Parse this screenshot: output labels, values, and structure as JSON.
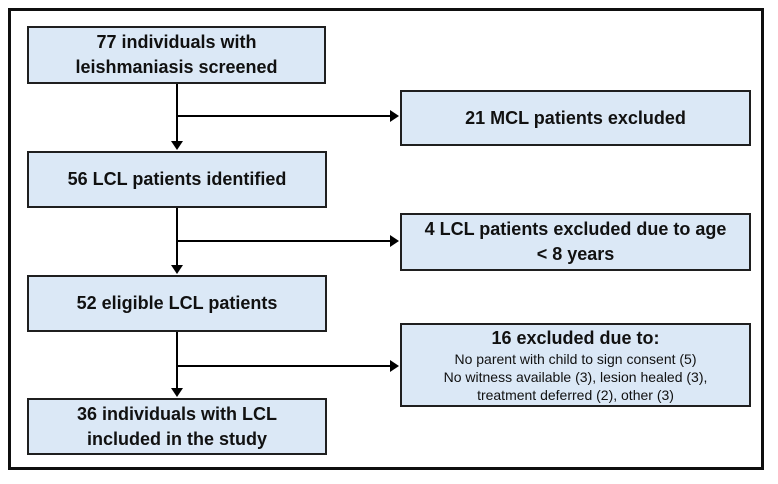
{
  "flow": {
    "diagram_type": "flowchart",
    "colors": {
      "box_fill": "#dbe8f6",
      "box_border": "#1f1f1f",
      "frame_border": "#0f0f0f",
      "arrow": "#000000",
      "text": "#111111",
      "background": "#ffffff"
    },
    "boxes": [
      {
        "id": "screened",
        "lines": [
          "77 individuals with",
          "leishmaniasis screened"
        ]
      },
      {
        "id": "mcl-excluded",
        "lines": [
          "21 MCL patients excluded"
        ]
      },
      {
        "id": "lcl-identified",
        "lines": [
          "56 LCL patients identified"
        ]
      },
      {
        "id": "age-excluded",
        "lines": [
          "4 LCL patients excluded due to age",
          "< 8 years"
        ]
      },
      {
        "id": "eligible",
        "lines": [
          "52 eligible LCL patients"
        ]
      },
      {
        "id": "excluded-16",
        "title": "16 excluded due to:",
        "details": [
          "No parent with child to sign consent (5)",
          "No witness available (3), lesion healed (3),",
          "treatment deferred (2), other (3)"
        ]
      },
      {
        "id": "included",
        "lines": [
          "36 individuals with LCL",
          "included in the study"
        ]
      }
    ],
    "edges": [
      {
        "from": "screened",
        "to": "lcl-identified",
        "type": "vertical"
      },
      {
        "from": "screened",
        "to": "mcl-excluded",
        "type": "branch-right"
      },
      {
        "from": "lcl-identified",
        "to": "eligible",
        "type": "vertical"
      },
      {
        "from": "lcl-identified",
        "to": "age-excluded",
        "type": "branch-right"
      },
      {
        "from": "eligible",
        "to": "included",
        "type": "vertical"
      },
      {
        "from": "eligible",
        "to": "excluded-16",
        "type": "branch-right"
      }
    ]
  }
}
